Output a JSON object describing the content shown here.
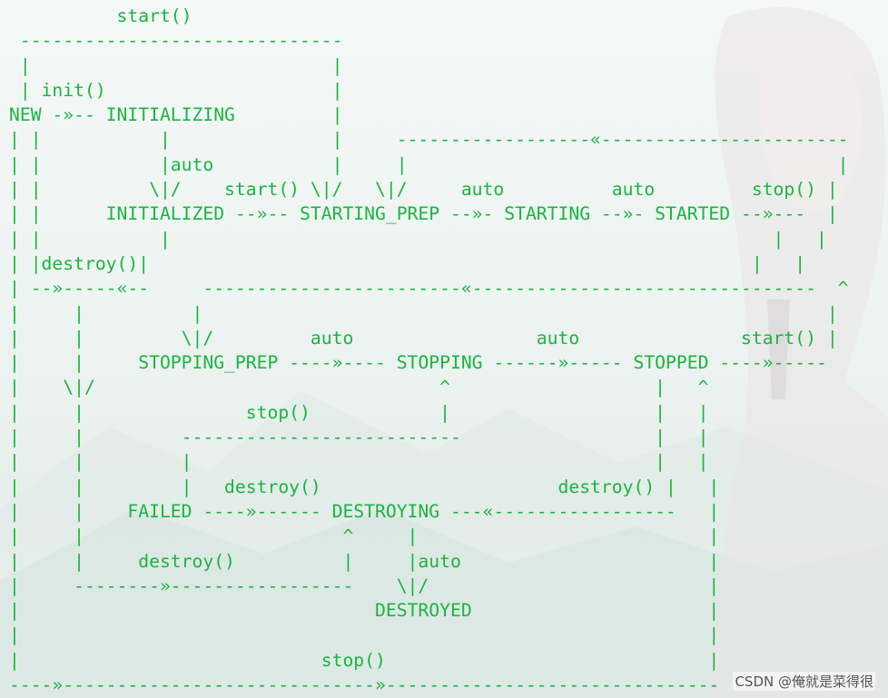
{
  "diagram": {
    "lines": [
      "          start()",
      " ------------------------------",
      " |                            |",
      " | init()                     |",
      "NEW -»-- INITIALIZING         |",
      "| |           |               |     ------------------«-----------------------",
      "| |           |auto           |     |                                        |",
      "| |          \\|/    start() \\|/   \\|/     auto          auto         stop() |",
      "| |      INITIALIZED --»-- STARTING_PREP --»- STARTING --»- STARTED --»---  |",
      "| |           |                                                        |   |",
      "| |destroy()|                                                        |   |",
      "| --»-----«--     ------------------------«--------------------------------  ^",
      "|     |          |                                                          |",
      "|     |         \\|/         auto                 auto               start() |",
      "|     |     STOPPING_PREP ----»---- STOPPING ------»----- STOPPED ----»-----",
      "|    \\|/                                ^                   |   ^",
      "|     |               stop()            |                   |   |",
      "|     |         --------------------------                  |   |",
      "|     |         |                                           |   |",
      "|     |         |   destroy()                      destroy() |   |",
      "|     |    FAILED ----»------ DESTROYING ---«-----------------   |",
      "|     |                        ^     |                           |",
      "|     |     destroy()          |     |auto                       |",
      "|     --------»-----------------    \\|/                          |",
      "|                                 DESTROYED                      |",
      "|                                                                |",
      "|                            stop()                              |",
      "----»-----------------------------»-------------------------------"
    ]
  },
  "watermark": {
    "text": "CSDN @俺就是菜得很"
  }
}
